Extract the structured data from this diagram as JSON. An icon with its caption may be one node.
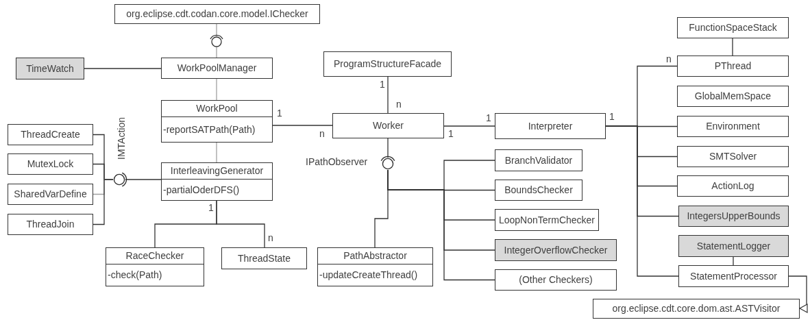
{
  "diagram": {
    "nodes": [
      {
        "text": [
          "org.eclipse.cdt.codan.core.model.IChecker"
        ]
      },
      {
        "text": [
          "TimeWatch"
        ]
      },
      {
        "text": [
          "WorkPoolManager"
        ]
      },
      {
        "text": [
          "WorkPool",
          "-reportSATPath(Path)"
        ]
      },
      {
        "text": [
          "ThreadCreate"
        ]
      },
      {
        "text": [
          "MutexLock"
        ]
      },
      {
        "text": [
          "SharedVarDefine"
        ]
      },
      {
        "text": [
          "ThreadJoin"
        ]
      },
      {
        "text": [
          "InterleavingGenerator",
          "-partialOderDFS()"
        ]
      },
      {
        "text": [
          "RaceChecker",
          "-check(Path)"
        ]
      },
      {
        "text": [
          "ThreadState"
        ]
      },
      {
        "text": [
          "ProgramStructureFacade"
        ]
      },
      {
        "text": [
          "Worker"
        ]
      },
      {
        "text": [
          "Interpreter"
        ]
      },
      {
        "text": [
          "PathAbstractor",
          "-updateCreateThread()"
        ]
      },
      {
        "text": [
          "BranchValidator"
        ]
      },
      {
        "text": [
          "BoundsChecker"
        ]
      },
      {
        "text": [
          "LoopNonTermChecker"
        ]
      },
      {
        "text": [
          "IntegerOverflowChecker"
        ]
      },
      {
        "text": [
          "(Other Checkers)"
        ]
      },
      {
        "text": [
          "FunctionSpaceStack"
        ]
      },
      {
        "text": [
          "PThread"
        ]
      },
      {
        "text": [
          "GlobalMemSpace"
        ]
      },
      {
        "text": [
          "Environment"
        ]
      },
      {
        "text": [
          "SMTSolver"
        ]
      },
      {
        "text": [
          "ActionLog"
        ]
      },
      {
        "text": [
          "IntegersUpperBounds"
        ]
      },
      {
        "text": [
          "StatementLogger"
        ]
      },
      {
        "text": [
          "StatementProcessor"
        ]
      },
      {
        "text": [
          "org.eclipse.cdt.core.dom.ast.ASTVisitor"
        ]
      },
      {
        "text": [],
        "shape": "circle"
      },
      {
        "text": [],
        "shape": "circle",
        "beside": [
          "IMTAction"
        ]
      },
      {
        "text": [],
        "shape": "circle",
        "beside": [
          "IPathObserver"
        ]
      }
    ],
    "edges": [
      {
        "from": 1,
        "to": 2,
        "arrow": "none"
      },
      {
        "from": 0,
        "to": 30,
        "arrow": "none",
        "color": "#a0a0a0"
      },
      {
        "from": 30,
        "to": 2,
        "arrow": "none",
        "color": "#a0a0a0"
      },
      {
        "from": 2,
        "to": 3,
        "arrow": "none",
        "color": "#a0a0a0"
      },
      {
        "from": 3,
        "to": 8,
        "arrow": "none",
        "color": "#a0a0a0"
      },
      {
        "from": 3,
        "to": 12,
        "arrow": "none"
      },
      {
        "from": 11,
        "to": 12,
        "arrow": "none"
      },
      {
        "from": 12,
        "to": 13,
        "arrow": "none"
      },
      {
        "from": 13,
        "to": 21,
        "arrow": "none"
      },
      {
        "from": 13,
        "to": 23,
        "arrow": "none"
      },
      {
        "from": 13,
        "to": 24,
        "arrow": "none"
      },
      {
        "from": 13,
        "to": 25,
        "arrow": "none"
      },
      {
        "from": 13,
        "to": 26,
        "arrow": "none"
      },
      {
        "from": 13,
        "to": 28,
        "arrow": "none"
      },
      {
        "from": 20,
        "to": 21,
        "arrow": "none"
      },
      {
        "from": 27,
        "to": 28,
        "arrow": "none"
      },
      {
        "from": 28,
        "to": 29,
        "arrow": "to"
      },
      {
        "from": 4,
        "to": 31,
        "arrow": "none"
      },
      {
        "from": 5,
        "to": 31,
        "arrow": "none"
      },
      {
        "from": 6,
        "to": 31,
        "arrow": "none",
        "color": "#a0a0a0"
      },
      {
        "from": 7,
        "to": 31,
        "arrow": "none"
      },
      {
        "from": 31,
        "to": 8,
        "arrow": "none"
      },
      {
        "from": 12,
        "to": 32,
        "arrow": "none"
      },
      {
        "from": 32,
        "to": 14,
        "arrow": "none"
      },
      {
        "from": 32,
        "to": 15,
        "arrow": "none"
      },
      {
        "from": 32,
        "to": 16,
        "arrow": "none"
      },
      {
        "from": 32,
        "to": 17,
        "arrow": "none"
      },
      {
        "from": 32,
        "to": 18,
        "arrow": "none"
      },
      {
        "from": 32,
        "to": 19,
        "arrow": "none"
      },
      {
        "from": 8,
        "to": 9,
        "arrow": "none"
      },
      {
        "from": 8,
        "to": 10,
        "arrow": "none"
      }
    ],
    "labels": [
      "1",
      "1",
      "n",
      "n",
      "1",
      "1",
      "1",
      "n",
      "1",
      "n"
    ]
  }
}
